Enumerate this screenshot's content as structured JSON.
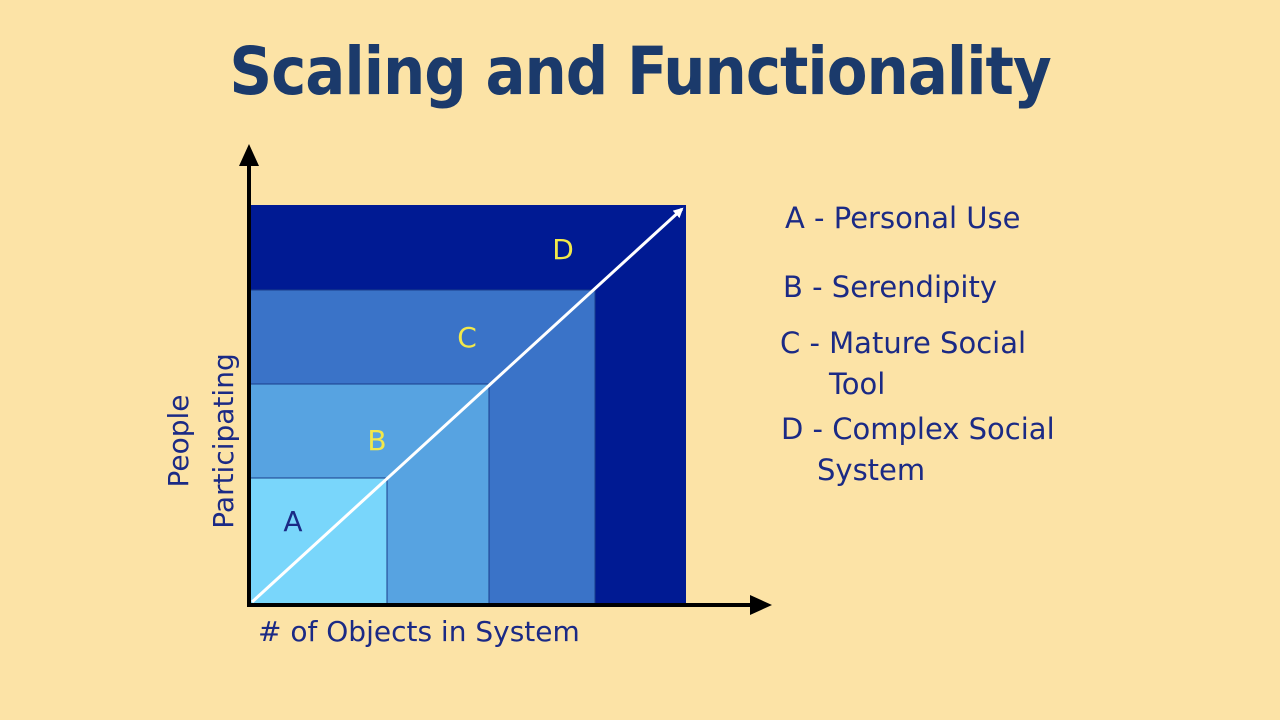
{
  "title": "Scaling and Functionality",
  "colors": {
    "background": "#FCE3A6",
    "text": "#1B2A85",
    "title": "#1B3A6B",
    "axis": "#000000",
    "region_letter_light": "#F2E84A",
    "region_letter_dark": "#1B2A85",
    "region_A": "#79D6FB",
    "region_B": "#57A3E1",
    "region_C": "#3A73C8",
    "region_D": "#001A93",
    "diagonal": "#FFFFFF"
  },
  "axes": {
    "y_label_line1": "People",
    "y_label_line2": "Participating",
    "x_label": "# of Objects in System"
  },
  "regions": [
    {
      "id": "A",
      "letter": "A"
    },
    {
      "id": "B",
      "letter": "B"
    },
    {
      "id": "C",
      "letter": "C"
    },
    {
      "id": "D",
      "letter": "D"
    }
  ],
  "legend": [
    {
      "line1": "A - Personal Use",
      "line2": ""
    },
    {
      "line1": "B - Serendipity",
      "line2": ""
    },
    {
      "line1": "C - Mature Social",
      "line2": "Tool"
    },
    {
      "line1": "D - Complex Social",
      "line2": "System"
    }
  ]
}
